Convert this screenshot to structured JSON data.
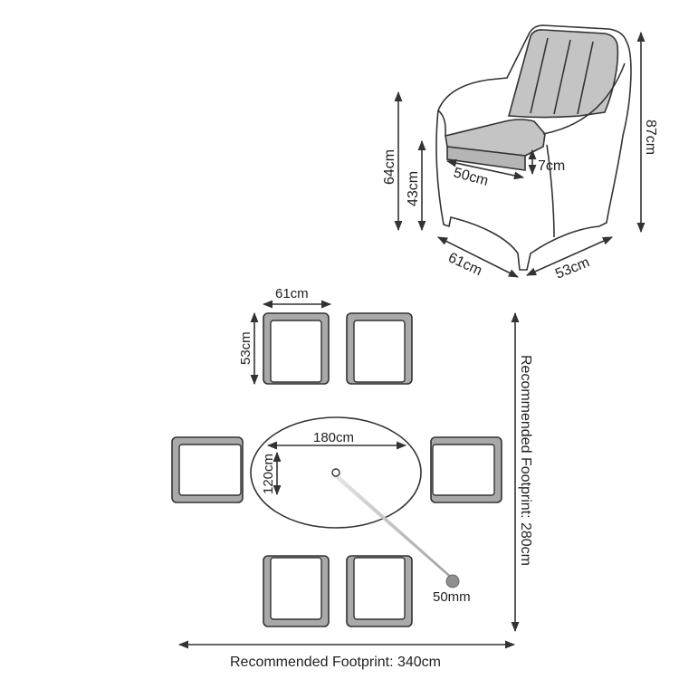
{
  "colors": {
    "line": "#333333",
    "cushion": "#c4c4c4",
    "frame_gray": "#a9a9a9",
    "fill": "#ffffff"
  },
  "chair_elevation": {
    "height_label": "87cm",
    "arm_height_label": "64cm",
    "seat_height_label": "43cm",
    "cushion_thickness_label": "7cm",
    "seat_depth_label": "50cm",
    "width_label": "61cm",
    "depth_label": "53cm"
  },
  "plan": {
    "chair_width_label": "61cm",
    "chair_depth_label": "53cm",
    "table_length_label": "180cm",
    "table_width_label": "120cm",
    "parasol_hole_label": "50mm",
    "footprint_width_label": "Recommended Footprint: 340cm",
    "footprint_height_label": "Recommended Footprint: 280cm"
  }
}
